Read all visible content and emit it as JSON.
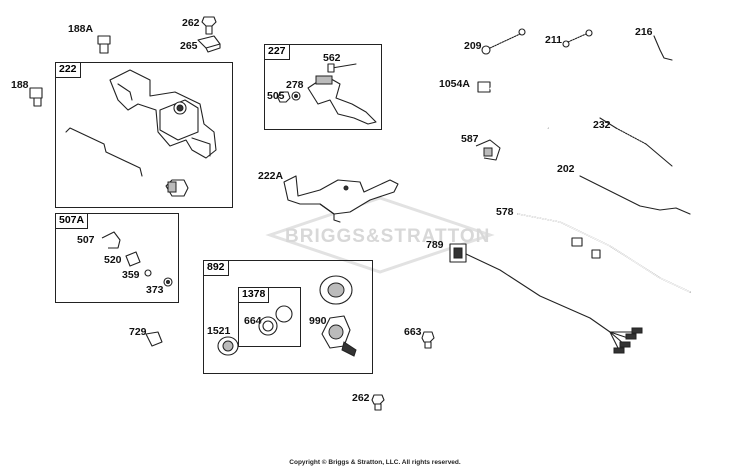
{
  "watermark": "BRIGGS&STRATTON",
  "copyright": "Copyright © Briggs & Stratton, LLC. All rights reserved.",
  "boxes": {
    "box222": "222",
    "box227": "227",
    "box507A": "507A",
    "box892": "892",
    "box1378": "1378"
  },
  "callouts": {
    "c188A": "188A",
    "c262a": "262",
    "c265": "265",
    "c188": "188",
    "c562": "562",
    "c278": "278",
    "c505": "505",
    "c209": "209",
    "c211": "211",
    "c216": "216",
    "c1054A": "1054A",
    "c232": "232",
    "c587": "587",
    "c202": "202",
    "c222A": "222A",
    "c578": "578",
    "c789": "789",
    "c507": "507",
    "c520": "520",
    "c359": "359",
    "c373": "373",
    "c1521": "1521",
    "c664": "664",
    "c990": "990",
    "c729": "729",
    "c663": "663",
    "c262b": "262"
  }
}
